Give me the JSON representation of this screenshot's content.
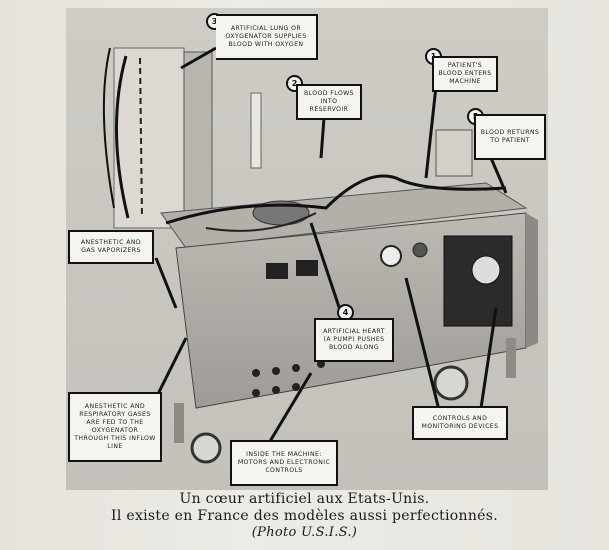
{
  "callouts": [
    {
      "number": "3",
      "text": "Artificial lung or oxygenator supplies blood with oxygen"
    },
    {
      "number": "2",
      "text": "Blood flows into reservoir"
    },
    {
      "number": "1",
      "text": "Patient's blood enters machine"
    },
    {
      "number": "5",
      "text": "Blood returns to patient"
    },
    {
      "number": "",
      "text": "Anesthetic and gas vaporizers"
    },
    {
      "number": "4",
      "text": "Artificial heart (a pump) pushes blood along"
    },
    {
      "number": "",
      "text": "Anesthetic and respiratory gases are fed to the oxygenator through this inflow line"
    },
    {
      "number": "",
      "text": "Controls and monitoring devices"
    },
    {
      "number": "",
      "text": "Inside the machine: motors and electronic controls"
    }
  ],
  "caption": {
    "line1": "Un cœur artificiel aux Etats-Unis.",
    "line2": "Il existe en France des modèles aussi perfectionnés.",
    "line3": "(Photo U.S.I.S.)"
  }
}
